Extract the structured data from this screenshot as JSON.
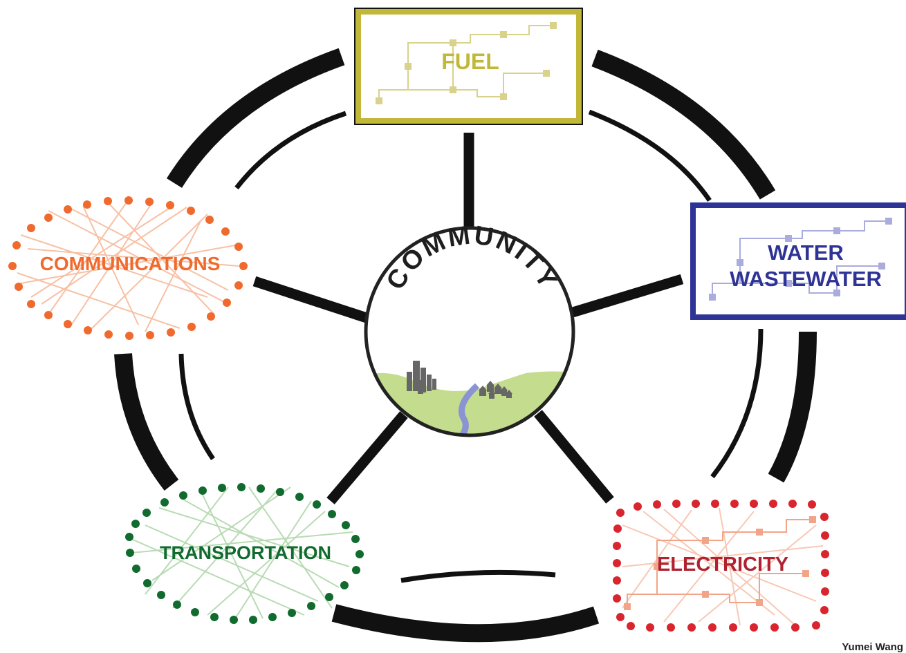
{
  "center": {
    "title": "COMMUNITY",
    "colors": {
      "sky": "#ffffff",
      "land": "#c3dc8e",
      "river": "#8a94d4",
      "buildings": "#666666",
      "outline": "#222222"
    }
  },
  "nodes": {
    "fuel": {
      "label": "FUEL",
      "color": "#c1b83a",
      "accent": "#d8d28a"
    },
    "water": {
      "label_line1": "WATER",
      "label_line2": "WASTEWATER",
      "color": "#2e3396",
      "accent": "#a9acdc"
    },
    "communications": {
      "label": "COMMUNICATIONS",
      "color": "#f06a2e",
      "accent": "#f8c0a4"
    },
    "transportation": {
      "label": "TRANSPORTATION",
      "color": "#116b2e",
      "accent": "#b8dbb3"
    },
    "electricity": {
      "label": "ELECTRICITY",
      "color": "#d9252e",
      "accent": "#f2a488",
      "label_color": "#b02230"
    }
  },
  "connector_color": "#111111",
  "credit": "Yumei Wang"
}
